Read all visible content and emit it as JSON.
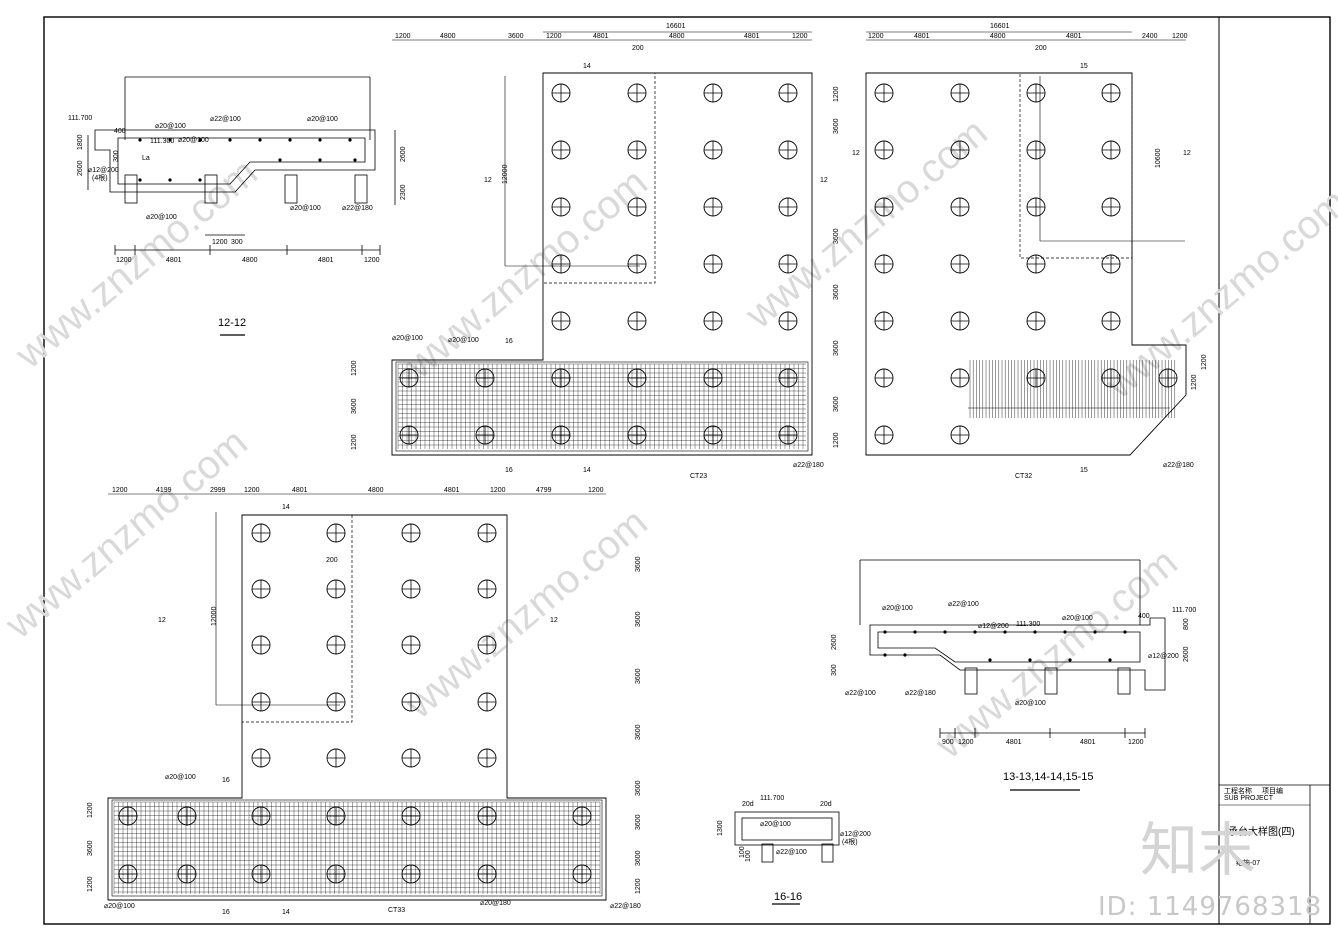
{
  "drawing": {
    "title_block": {
      "title": "承台大样图(四)",
      "sheet_no": "结施-07",
      "proj1": "工程名称",
      "proj2": "SUB PROJECT",
      "designer": "项目编"
    },
    "section_12_12": {
      "caption": "12-12",
      "dims_bottom": [
        "1200",
        "4801",
        "4800",
        "4801",
        "1200"
      ],
      "dims_small": [
        "1200",
        "300"
      ],
      "dims_left": [
        "2600",
        "1800",
        "300"
      ],
      "dims_right": [
        "2600",
        "2300"
      ],
      "rebar": [
        "⌀20@100",
        "⌀22@100",
        "⌀20@100",
        "⌀20@100",
        "⌀12@200",
        "⌀20@100",
        "⌀22@180"
      ],
      "elev1": "111.700",
      "elev2": "111.300",
      "note": "(4根)",
      "la": "La",
      "d400": "400"
    },
    "plan_ct23": {
      "label": "CT23",
      "total": "16601",
      "dims_top1": [
        "1200",
        "4800",
        "3600"
      ],
      "dims_top2": [
        "1200",
        "4801",
        "4800",
        "4801",
        "1200"
      ],
      "dims_right": [
        "1200",
        "3600",
        "3600",
        "3600",
        "3600",
        "3600",
        "1200"
      ],
      "dims_left": [
        "12000",
        "1200",
        "3600",
        "1200"
      ],
      "d200": "200",
      "section_marks": [
        "14",
        "14",
        "16",
        "16",
        "12",
        "12"
      ],
      "rebar": [
        "⌀20@100",
        "⌀22@180"
      ]
    },
    "plan_ct32": {
      "label": "CT32",
      "total": "16601",
      "dims_top": [
        "1200",
        "4801",
        "4800",
        "4801",
        "2400",
        "1200"
      ],
      "dims_left": [
        "10600"
      ],
      "dims_right": [
        "1200",
        "1200"
      ],
      "d200": "200",
      "section_marks": [
        "15",
        "15",
        "12",
        "12"
      ],
      "rebar": [
        "⌀22@180"
      ]
    },
    "plan_ct33": {
      "label": "CT33",
      "dims_top": [
        "1200",
        "4199",
        "2999",
        "1200",
        "4801",
        "4800",
        "4801",
        "1200",
        "4799",
        "1200"
      ],
      "dims_right": [
        "3600",
        "3600",
        "3600",
        "3600",
        "3600",
        "3600",
        "3600",
        "1200"
      ],
      "dims_left": [
        "12000",
        "1200",
        "3600",
        "1200"
      ],
      "d200": "200",
      "section_marks": [
        "14",
        "16",
        "16",
        "14",
        "12",
        "12"
      ],
      "rebar": [
        "⌀20@100",
        "⌀20@100",
        "⌀20@180",
        "⌀22@180"
      ]
    },
    "section_13": {
      "caption": "13-13,14-14,15-15",
      "dims_bottom": [
        "900",
        "1200",
        "4801",
        "4801",
        "1200"
      ],
      "dims_left": [
        "2600",
        "300"
      ],
      "dims_right": [
        "2600",
        "800"
      ],
      "rebar": [
        "⌀20@100",
        "⌀22@100",
        "⌀12@200",
        "⌀20@100",
        "⌀12@200",
        "⌀22@100",
        "⌀22@180",
        "⌀20@100"
      ],
      "elev1": "111.700",
      "elev2": "111.300",
      "d400": "400"
    },
    "section_16_16": {
      "caption": "16-16",
      "elev": "111.700",
      "dims": [
        "20d",
        "20d",
        "1300",
        "100",
        "100"
      ],
      "rebar": [
        "⌀20@100",
        "⌀12@200",
        "⌀22@100"
      ],
      "note": "(4根)"
    },
    "watermarks": {
      "brand": "www.znzmo.com",
      "logo": "知末",
      "id": "ID: 1149768318"
    }
  }
}
